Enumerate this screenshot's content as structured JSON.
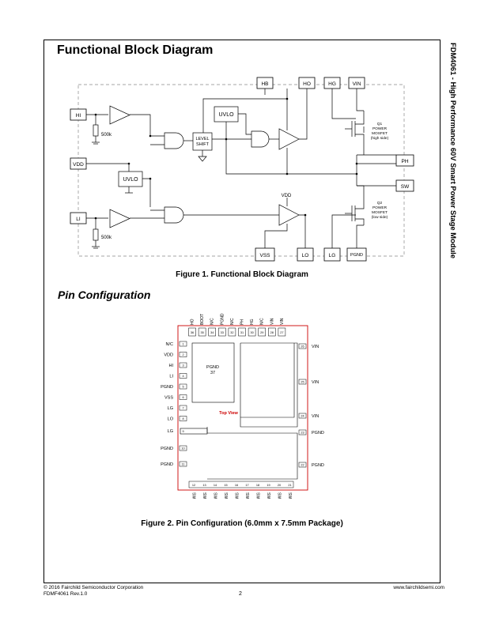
{
  "side_title": "FDM4061 - High Performance 60V Smart Power Stage Module",
  "section1_title": "Functional Block Diagram",
  "figure1_caption": "Figure 1.  Functional Block Diagram",
  "block_diagram": {
    "pins": [
      "HB",
      "HO",
      "HG",
      "VIN",
      "HI",
      "VDD",
      "LI",
      "PH",
      "SW",
      "VSS",
      "LO",
      "LG",
      "PGND"
    ],
    "uvlo_top": "UVLO",
    "uvlo_left": "UVLO",
    "level_shift": [
      "LEVEL",
      "SHIFT"
    ],
    "res_hi": "500k",
    "res_li": "500k",
    "vdd_label": "VDD",
    "q1": [
      "Q1",
      "POWER",
      "MOSFET",
      "(high side)"
    ],
    "q2": [
      "Q2",
      "POWER",
      "MOSFET",
      "(low side)"
    ]
  },
  "section2_title": "Pin Configuration",
  "figure2_caption": "Figure 2.  Pin Configuration (6.0mm x 7.5mm Package)",
  "pin_config": {
    "top_labels": [
      "HO",
      "BOOT",
      "N/C",
      "PGND",
      "N/C",
      "PH",
      "HG",
      "N/C",
      "VIN",
      "VIN"
    ],
    "top_numbers": [
      "36",
      "35",
      "34",
      "33",
      "32",
      "31",
      "30",
      "29",
      "28",
      "27"
    ],
    "left_labels": [
      "N/C",
      "VDD",
      "HI",
      "LI",
      "PGND",
      "VSS",
      "LG",
      "LO"
    ],
    "left_numbers": [
      "1",
      "2",
      "3",
      "4",
      "5",
      "6",
      "7",
      "8"
    ],
    "lg_label": "LG",
    "lg_number": "9",
    "pgnd_left": [
      "PGND",
      "PGND"
    ],
    "pgnd_left_numbers": [
      "10",
      "11"
    ],
    "right_labels": [
      "VIN",
      "VIN",
      "VIN",
      "PGND",
      "PGND"
    ],
    "right_numbers": [
      "26",
      "25",
      "24",
      "23",
      "22"
    ],
    "bottom_labels": [
      "SW",
      "SW",
      "SW",
      "SW",
      "SW",
      "SW",
      "SW",
      "SW",
      "SW",
      "SW"
    ],
    "bottom_numbers": [
      "12",
      "13",
      "14",
      "15",
      "16",
      "17",
      "18",
      "19",
      "20",
      "21"
    ],
    "pgnd_pad": [
      "PGND",
      "37"
    ],
    "top_view": "Top View",
    "top_view_color": "#cc0000",
    "outline_color": "#cc0000"
  },
  "footer": {
    "copyright": "© 2016 Fairchild Semiconductor Corporation",
    "rev": "FDMF4061 Rev.1.0",
    "page": "2",
    "url": "www.fairchildsemi.com"
  }
}
